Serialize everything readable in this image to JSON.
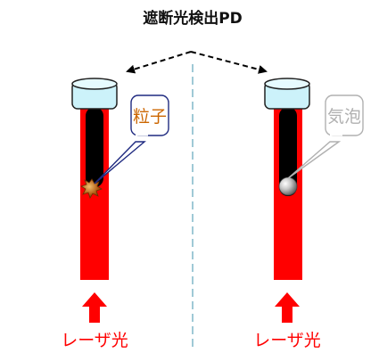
{
  "title": "遮断光検出PD",
  "left_callout": "粒子",
  "right_callout": "気泡",
  "left_laser_label": "レーザ光",
  "right_laser_label": "レーザ光",
  "colors": {
    "laser_red": "#ff0000",
    "tube_black": "#000000",
    "detector_cap": "#ccf2fa",
    "particle_label": "#cc6600",
    "bubble_label": "#b0b0b0",
    "callout_border_left": "#1f2a80",
    "callout_border_right": "#b0b0b0",
    "divider": "#9fc9d6"
  },
  "icons": {
    "particle": "particle-icon",
    "bubble": "bubble-icon",
    "laser_arrow": "up-arrow-icon"
  }
}
